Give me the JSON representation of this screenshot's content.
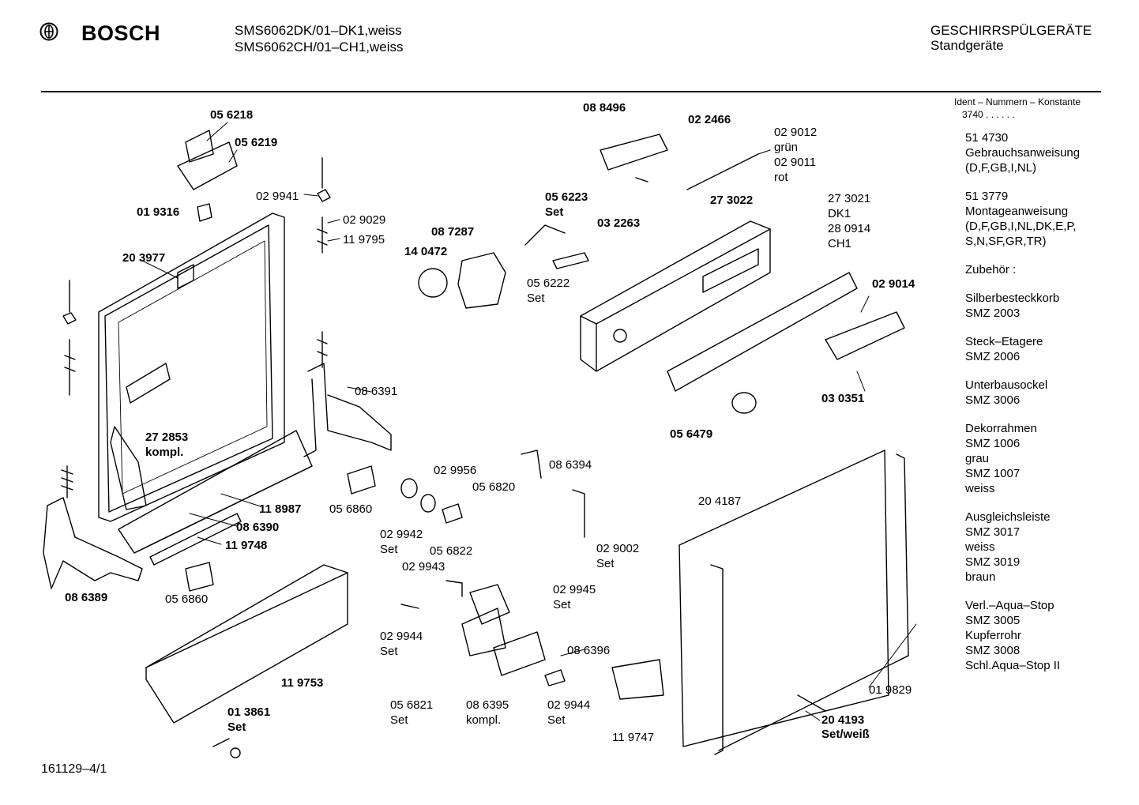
{
  "header": {
    "brand": "BOSCH",
    "models": [
      "SMS6062DK/01–DK1,weiss",
      "SMS6062CH/01–CH1,weiss"
    ],
    "category": "GESCHIRRSPÜLGERÄTE",
    "subcategory": "Standgeräte"
  },
  "ident": {
    "heading": "Ident – Nummern – Konstante",
    "value": "3740 . . . . . ."
  },
  "accessories": [
    "51 4730",
    "Gebrauchsanweisung",
    "(D,F,GB,I,NL)",
    "",
    "51 3779",
    "Montageanweisung",
    "(D,F,GB,I,NL,DK,E,P,",
    "S,N,SF,GR,TR)",
    "",
    "Zubehör :",
    "",
    "Silberbesteckkorb",
    "SMZ 2003",
    "",
    "Steck–Etagere",
    "SMZ 2006",
    "",
    "Unterbausockel",
    "SMZ 3006",
    "",
    "Dekorrahmen",
    "SMZ 1006",
    "grau",
    "SMZ 1007",
    "weiss",
    "",
    "Ausgleichsleiste",
    "SMZ 3017",
    "weiss",
    "SMZ 3019",
    "braun",
    "",
    "Verl.–Aqua–Stop",
    "SMZ 3005",
    "Kupferrohr",
    "SMZ 3008",
    "Schl.Aqua–Stop II"
  ],
  "parts": {
    "p056218": "05 6218",
    "p056219": "05 6219",
    "p029941": "02 9941",
    "p019316": "01 9316",
    "p029029": "02 9029",
    "p119795": "11 9795",
    "p203977": "20 3977",
    "p088496": "08 8496",
    "p022466": "02 2466",
    "p029012": "02 9012",
    "gruen": "grün",
    "p029011": "02 9011",
    "rot": "rot",
    "p056223": "05 6223",
    "set_a": "Set",
    "p087287": "08 7287",
    "p032263": "03 2263",
    "p273022": "27 3022",
    "p273021": "27 3021",
    "dk1": "DK1",
    "p280914": "28 0914",
    "ch1": "CH1",
    "p140472": "14 0472",
    "p056222": "05 6222",
    "set_b": "Set",
    "p029014": "02 9014",
    "p086391": "08 6391",
    "p030351": "03 0351",
    "p272853": "27 2853",
    "kompl_a": "kompl.",
    "p056479": "05 6479",
    "p029956": "02 9956",
    "p086394": "08 6394",
    "p056820": "05 6820",
    "p056860a": "05 6860",
    "p118987": "11 8987",
    "p086390": "08 6390",
    "p029942": "02 9942",
    "set_c": "Set",
    "p204187": "20 4187",
    "p119748": "11 9748",
    "p056822": "05 6822",
    "p029002": "02 9002",
    "set_d": "Set",
    "p086389": "08 6389",
    "p056860b": "05 6860",
    "p029943": "02 9943",
    "p029945": "02 9945",
    "set_e": "Set",
    "p029944a": "02 9944",
    "set_f": "Set",
    "p086396": "08 6396",
    "p119753": "11 9753",
    "p056821": "05 6821",
    "set_g": "Set",
    "p086395": "08 6395",
    "kompl_b": "kompl.",
    "p029944b": "02 9944",
    "set_h": "Set",
    "p013861": "01 3861",
    "set_i": "Set",
    "p119747": "11 9747",
    "p204193": "20 4193",
    "setweiss": "Set/weiß",
    "p019829": "01 9829"
  },
  "footer": {
    "doc_number": "161129–4/1"
  }
}
